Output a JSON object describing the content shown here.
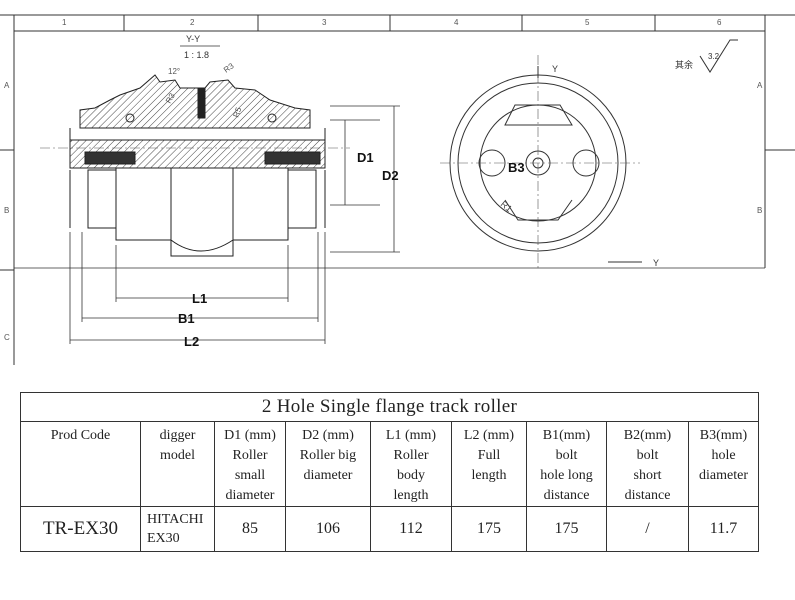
{
  "drawing": {
    "col_numbers": [
      "1",
      "2",
      "3",
      "4",
      "5",
      "6"
    ],
    "row_letters": [
      "A",
      "B",
      "C"
    ],
    "section_title": "Y-Y",
    "section_scale": "1 : 1.8",
    "angle_label": "12°",
    "radius_labels": [
      "R3",
      "R3",
      "R5"
    ],
    "axis_label_top": "Y",
    "axis_label_bottom": "Y",
    "roughness_text": "其余",
    "roughness_value": "3.2",
    "dim_labels": {
      "d1": "D1",
      "d2": "D2",
      "l1": "L1",
      "b1": "B1",
      "l2": "L2",
      "b3": "B3",
      "r1": "R1"
    }
  },
  "table": {
    "title": "2 Hole Single flange track roller",
    "headers": [
      [
        "Prod Code"
      ],
      [
        "digger",
        "model"
      ],
      [
        "D1 (mm)",
        "Roller",
        "small",
        "diameter"
      ],
      [
        "D2 (mm)",
        "Roller big",
        "diameter"
      ],
      [
        "L1 (mm)",
        "Roller",
        "body",
        "length"
      ],
      [
        "L2 (mm)",
        "Full",
        "length"
      ],
      [
        "B1(mm)",
        "bolt",
        "hole long",
        "distance"
      ],
      [
        "B2(mm)",
        "bolt",
        "short",
        "distance"
      ],
      [
        "B3(mm)",
        "hole",
        "diameter"
      ]
    ],
    "row": {
      "prod_code": "TR-EX30",
      "model_line1": "HITACHI",
      "model_line2": "EX30",
      "d1": "85",
      "d2": "106",
      "l1": "112",
      "l2": "175",
      "b1": "175",
      "b2": "/",
      "b3": "11.7"
    }
  }
}
